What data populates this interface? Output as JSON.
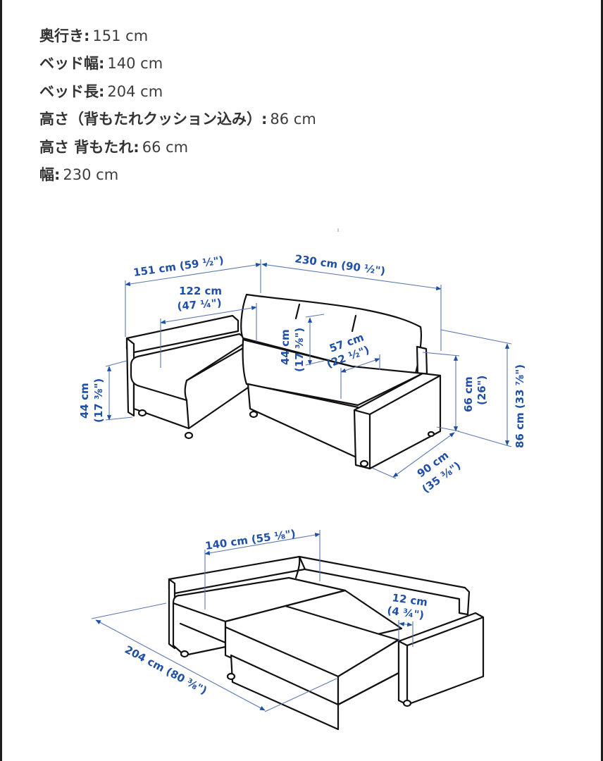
{
  "specs": [
    {
      "label": "奥行き:",
      "value": "151 cm"
    },
    {
      "label": "ベッド幅:",
      "value": "140 cm"
    },
    {
      "label": "ベッド長:",
      "value": "204 cm"
    },
    {
      "label": "高さ（背もたれクッション込み）:",
      "value": "86 cm"
    },
    {
      "label": "高さ 背もたれ:",
      "value": "66 cm"
    },
    {
      "label": "幅:",
      "value": "230 cm"
    }
  ],
  "colors": {
    "dimension_text": "#1f4fa6",
    "dimension_line": "#5a78b0",
    "outline": "#111111",
    "background": "#ffffff",
    "frame": "#1e1e1e"
  },
  "sofa_diagram": {
    "depth": "151 cm (59 ½\")",
    "width": "230 cm (90 ½\")",
    "chaise_seat_depth_cm": "122 cm",
    "chaise_seat_depth_in": "(47 ¼\")",
    "seat_height_cm": "44 cm",
    "seat_height_in": "(17 ⅜\")",
    "backrest_cushion_height_cm": "44 cm",
    "backrest_cushion_height_in": "(17 ⅜\")",
    "seat_depth_cm": "57 cm",
    "seat_depth_in": "(22 ½\")",
    "back_height_cm": "66 cm",
    "back_height_in": "(26\")",
    "total_height": "86 cm (33 ⅞\")",
    "sofa_depth_cm": "90 cm",
    "sofa_depth_in": "(35 ⅜\")"
  },
  "bed_diagram": {
    "bed_width": "140 cm (55 ⅛\")",
    "bed_length": "204 cm (80 ⅜\")",
    "gap_cm": "12 cm",
    "gap_in": "(4 ¾\")"
  }
}
